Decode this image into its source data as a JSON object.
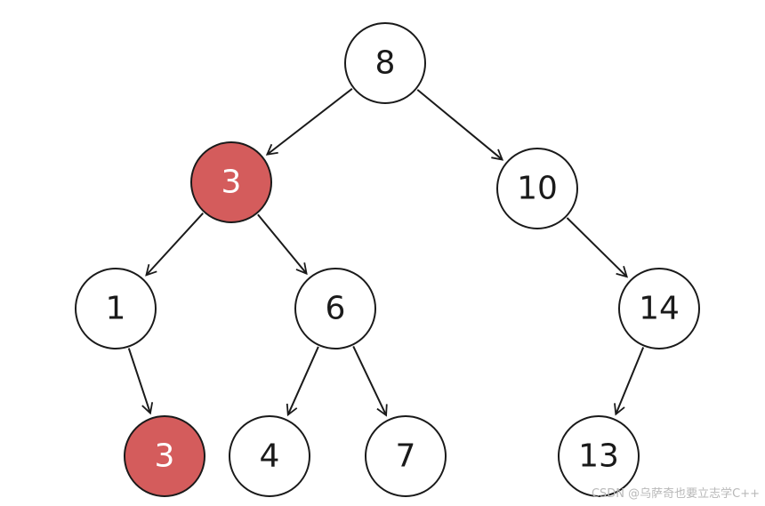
{
  "tree": {
    "nodes": [
      {
        "id": "n8",
        "label": "8",
        "highlight": false
      },
      {
        "id": "n3a",
        "label": "3",
        "highlight": true
      },
      {
        "id": "n10",
        "label": "10",
        "highlight": false
      },
      {
        "id": "n1",
        "label": "1",
        "highlight": false
      },
      {
        "id": "n6",
        "label": "6",
        "highlight": false
      },
      {
        "id": "n14",
        "label": "14",
        "highlight": false
      },
      {
        "id": "n3b",
        "label": "3",
        "highlight": true
      },
      {
        "id": "n4",
        "label": "4",
        "highlight": false
      },
      {
        "id": "n7",
        "label": "7",
        "highlight": false
      },
      {
        "id": "n13",
        "label": "13",
        "highlight": false
      }
    ],
    "edges": [
      {
        "from": "n8",
        "to": "n3a"
      },
      {
        "from": "n8",
        "to": "n10"
      },
      {
        "from": "n3a",
        "to": "n1"
      },
      {
        "from": "n3a",
        "to": "n6"
      },
      {
        "from": "n10",
        "to": "n14"
      },
      {
        "from": "n1",
        "to": "n3b"
      },
      {
        "from": "n6",
        "to": "n4"
      },
      {
        "from": "n6",
        "to": "n7"
      },
      {
        "from": "n14",
        "to": "n13"
      }
    ]
  },
  "colors": {
    "highlight_fill": "#d45c5c",
    "node_fill": "#ffffff",
    "stroke": "#1a1a1a",
    "label": "#1a1a1a",
    "highlight_label": "#ffffff"
  },
  "watermark": "CSDN @乌萨奇也要立志学C++"
}
